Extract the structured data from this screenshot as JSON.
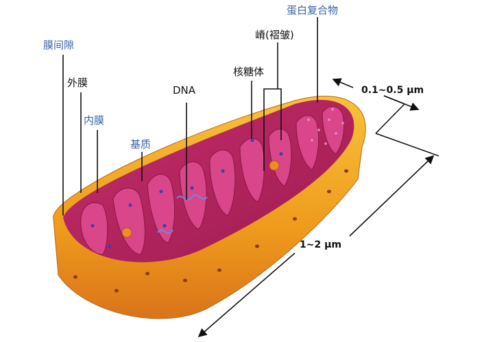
{
  "labels": {
    "intermembrane_space": "膜间隙",
    "outer_membrane": "外膜",
    "inner_membrane": "内膜",
    "matrix": "基质",
    "dna": "DNA",
    "ribosome": "核糖体",
    "cristae": "嵴(褶皱)",
    "protein_complex": "蛋白复合物"
  },
  "dimensions": {
    "width": "0.1~0.5 μm",
    "length": "1~2 μm"
  },
  "colors": {
    "label_blue": "#3a63a8",
    "outer_orange": "#f0a020",
    "matrix_magenta": "#b8245f",
    "crista_pink": "#d9468a"
  }
}
